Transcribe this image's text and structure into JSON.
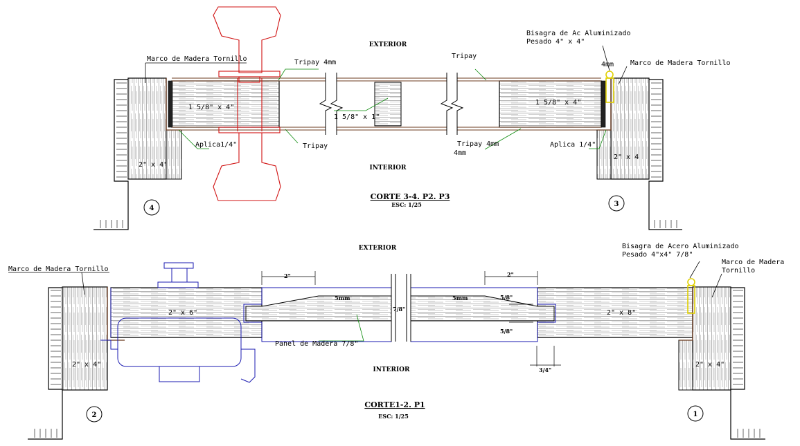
{
  "colors": {
    "outline": "#000000",
    "wood": "#5a5a5a",
    "frame_brown": "#6b3a1e",
    "panel_blue": "#1a1ab0",
    "hardware_red": "#d01010",
    "hinge_yellow": "#e0d000",
    "leader_green": "#0a8a0a"
  },
  "top_section": {
    "exterior": "EXTERIOR",
    "interior": "INTERIOR",
    "title": "CORTE 3-4. P2. P3",
    "scale": "ESC: 1/25",
    "labels": {
      "frame_left": "Marco de Madera Tornillo",
      "frame_right": "Marco de Madera Tornillo",
      "hinge_line1": "Bisagra de Ac Aluminizado",
      "hinge_line2": "Pesado 4\" x 4\"",
      "hinge_4mm": "4mm",
      "tripay_top_left": "Tripay 4mm",
      "tripay_top_right": "Tripay",
      "tripay_bottom_left": "Tripay",
      "tripay_bottom_right": "Tripay 4mm",
      "tripay_bottom_right_mm": "4mm",
      "aplica_left": "Aplica1/4\"",
      "aplica_right": "Aplica 1/4\"",
      "stile_left": "1  5/8\" x 4\"",
      "stile_right": "1  5/8\" x 4\"",
      "center_member": "1  5/8\" x 1\"",
      "jamb_left": "2\" x 4\"",
      "jamb_right": "2\" x 4"
    },
    "markers": {
      "left": "4",
      "right": "3"
    }
  },
  "bottom_section": {
    "exterior": "EXTERIOR",
    "interior": "INTERIOR",
    "title": "CORTE1-2. P1",
    "scale": "ESC: 1/25",
    "labels": {
      "frame_left": "Marco de Madera Tornillo",
      "frame_right_line1": "Marco de Madera",
      "frame_right_line2": "Tornillo",
      "hinge_line1": "Bisagra de Acero Aluminizado",
      "hinge_line2": "Pesado 4\"x4\" 7/8\"",
      "stile_left": "2\" x 6\"",
      "stile_right": "2\" x 8\"",
      "panel": "Panel de Madera 7/8\"",
      "jamb_left": "2\" x 4\"",
      "jamb_right": "2\" x 4\"",
      "dim_2_left": "2\"",
      "dim_2_right": "2\"",
      "dim_5mm_left": "5mm",
      "dim_5mm_right": "5mm",
      "dim_58_top": "5/8\"",
      "dim_58_bottom": "5/8\"",
      "dim_78": "7/8\"",
      "dim_34": "3/4\""
    },
    "markers": {
      "left": "2",
      "right": "1"
    }
  }
}
